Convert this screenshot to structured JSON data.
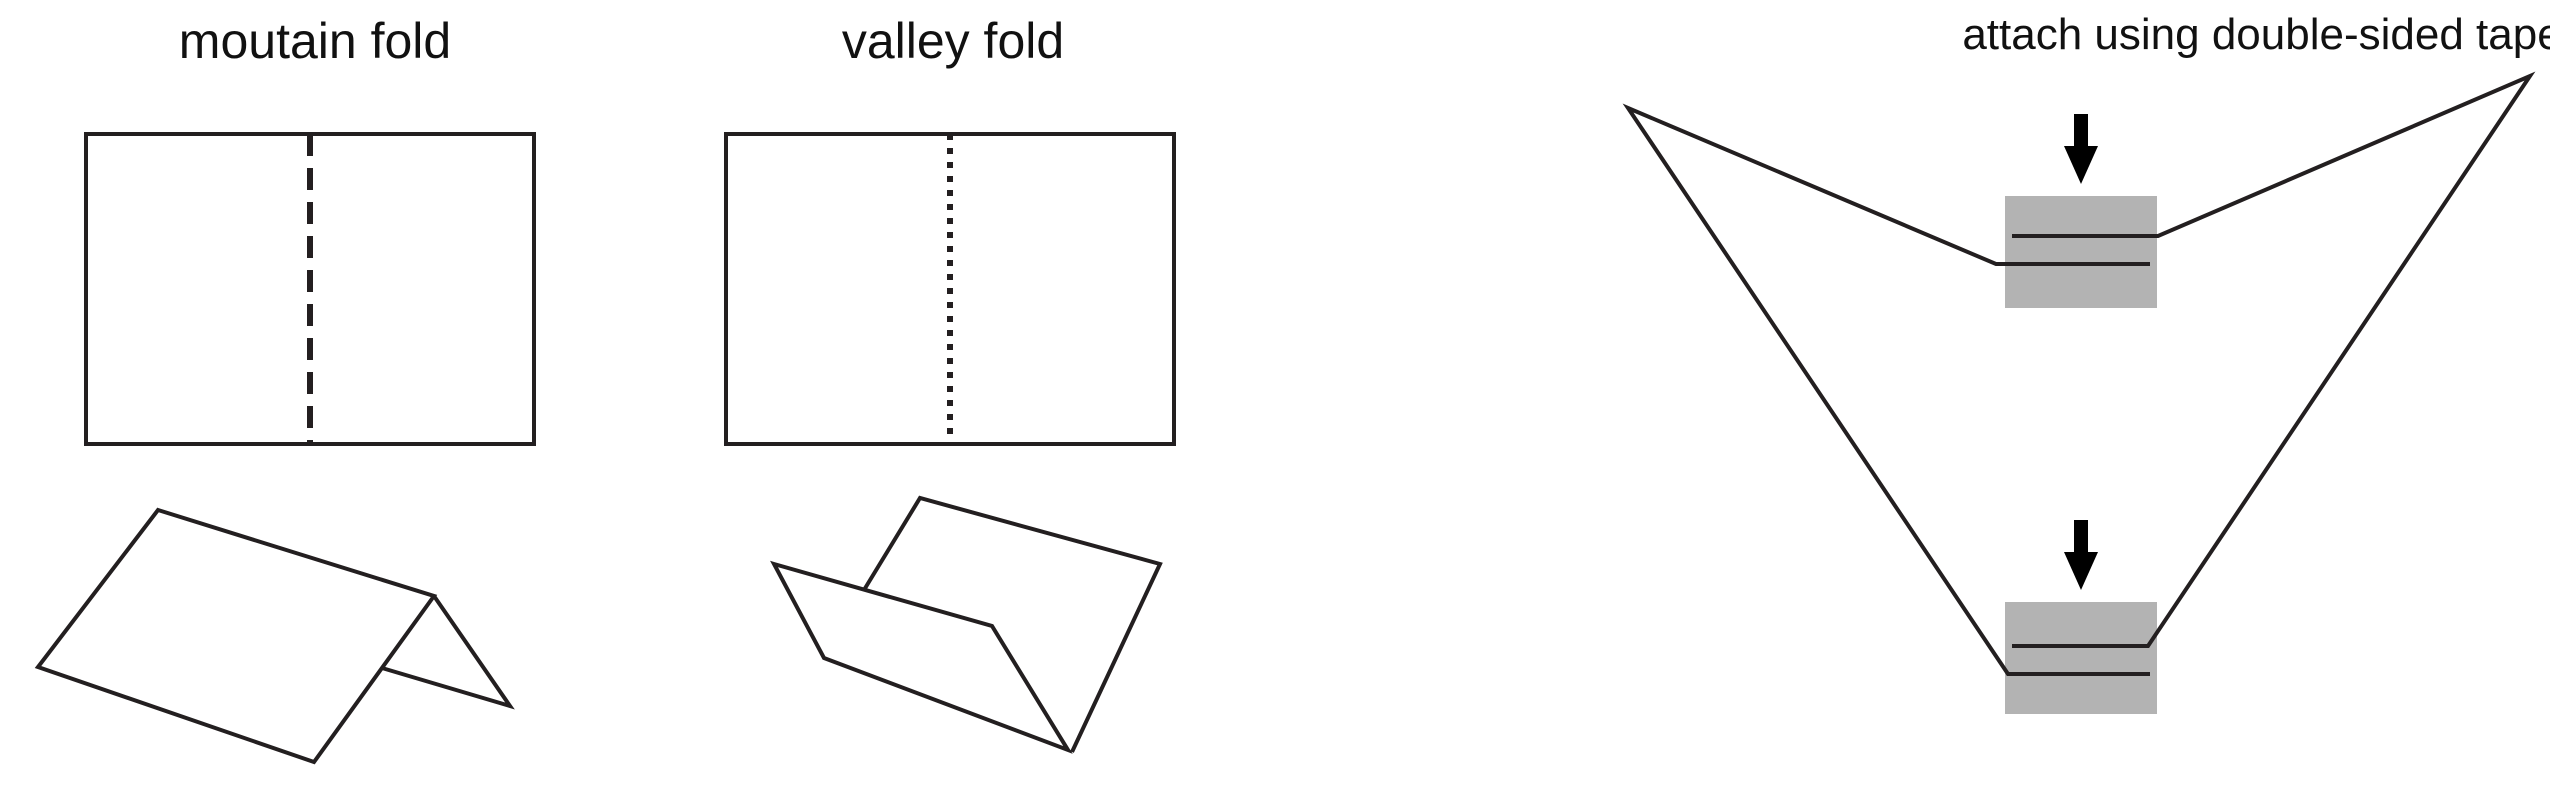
{
  "labels": {
    "mountain_fold": "moutain fold",
    "valley_fold": "valley fold",
    "tape_instruction": "attach using double-sided tape"
  },
  "colors": {
    "line": "#231f20",
    "tape": "#b3b3b3",
    "arrow": "#000000",
    "background": "#ffffff"
  },
  "fold_line_styles": {
    "mountain": "dashed",
    "valley": "dotted"
  }
}
